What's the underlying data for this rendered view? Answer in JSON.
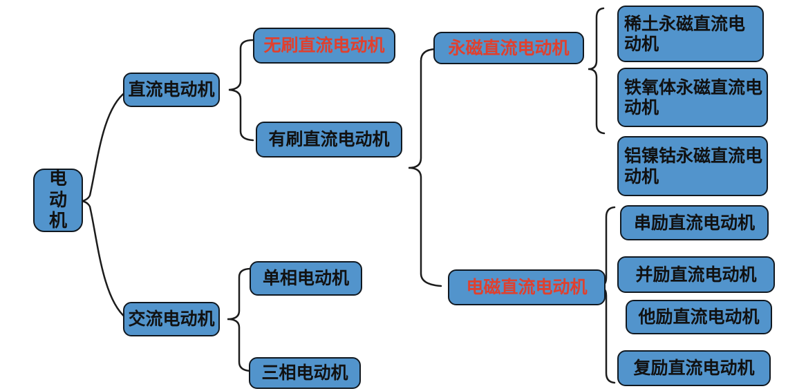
{
  "diagram": {
    "type": "tree",
    "colors": {
      "background": "#ffffff",
      "node_fill": "#5294cc",
      "node_border": "#101820",
      "text_black": "#111111",
      "text_red": "#e0402e",
      "line": "#1c1c1c"
    },
    "nodes": {
      "motor": {
        "label": "电动机",
        "emphasis": false
      },
      "dc": {
        "label": "直流电动机",
        "emphasis": false
      },
      "brushless_dc": {
        "label": "无刷直流电动机",
        "emphasis": true
      },
      "brushed_dc": {
        "label": "有刷直流电动机",
        "emphasis": false
      },
      "pm_dc": {
        "label": "永磁直流电动机",
        "emphasis": true
      },
      "rare_earth_pm_dc": {
        "label": "稀土永磁直流电动机",
        "emphasis": false
      },
      "ferrite_pm_dc": {
        "label": "铁氧体永磁直流电动机",
        "emphasis": false
      },
      "alnico_pm_dc": {
        "label": "铝镍钴永磁直流电动机",
        "emphasis": false
      },
      "em_dc": {
        "label": "电磁直流电动机",
        "emphasis": true
      },
      "series_dc": {
        "label": "串励直流电动机",
        "emphasis": false
      },
      "shunt_dc": {
        "label": "并励直流电动机",
        "emphasis": false
      },
      "separately_dc": {
        "label": "他励直流电动机",
        "emphasis": false
      },
      "compound_dc": {
        "label": "复励直流电动机",
        "emphasis": false
      },
      "ac": {
        "label": "交流电动机",
        "emphasis": false
      },
      "single_phase": {
        "label": "单相电动机",
        "emphasis": false
      },
      "three_phase": {
        "label": "三相电动机",
        "emphasis": false
      }
    },
    "tree": {
      "label": "电动机",
      "children": [
        {
          "label": "直流电动机",
          "children": [
            {
              "label": "无刷直流电动机",
              "children": []
            },
            {
              "label": "有刷直流电动机",
              "children": [
                {
                  "label": "永磁直流电动机",
                  "children": [
                    {
                      "label": "稀土永磁直流电动机"
                    },
                    {
                      "label": "铁氧体永磁直流电动机"
                    },
                    {
                      "label": "铝镍钴永磁直流电动机"
                    }
                  ]
                },
                {
                  "label": "电磁直流电动机",
                  "children": [
                    {
                      "label": "串励直流电动机"
                    },
                    {
                      "label": "并励直流电动机"
                    },
                    {
                      "label": "他励直流电动机"
                    },
                    {
                      "label": "复励直流电动机"
                    }
                  ]
                }
              ]
            }
          ]
        },
        {
          "label": "交流电动机",
          "children": [
            {
              "label": "单相电动机"
            },
            {
              "label": "三相电动机"
            }
          ]
        }
      ]
    }
  }
}
